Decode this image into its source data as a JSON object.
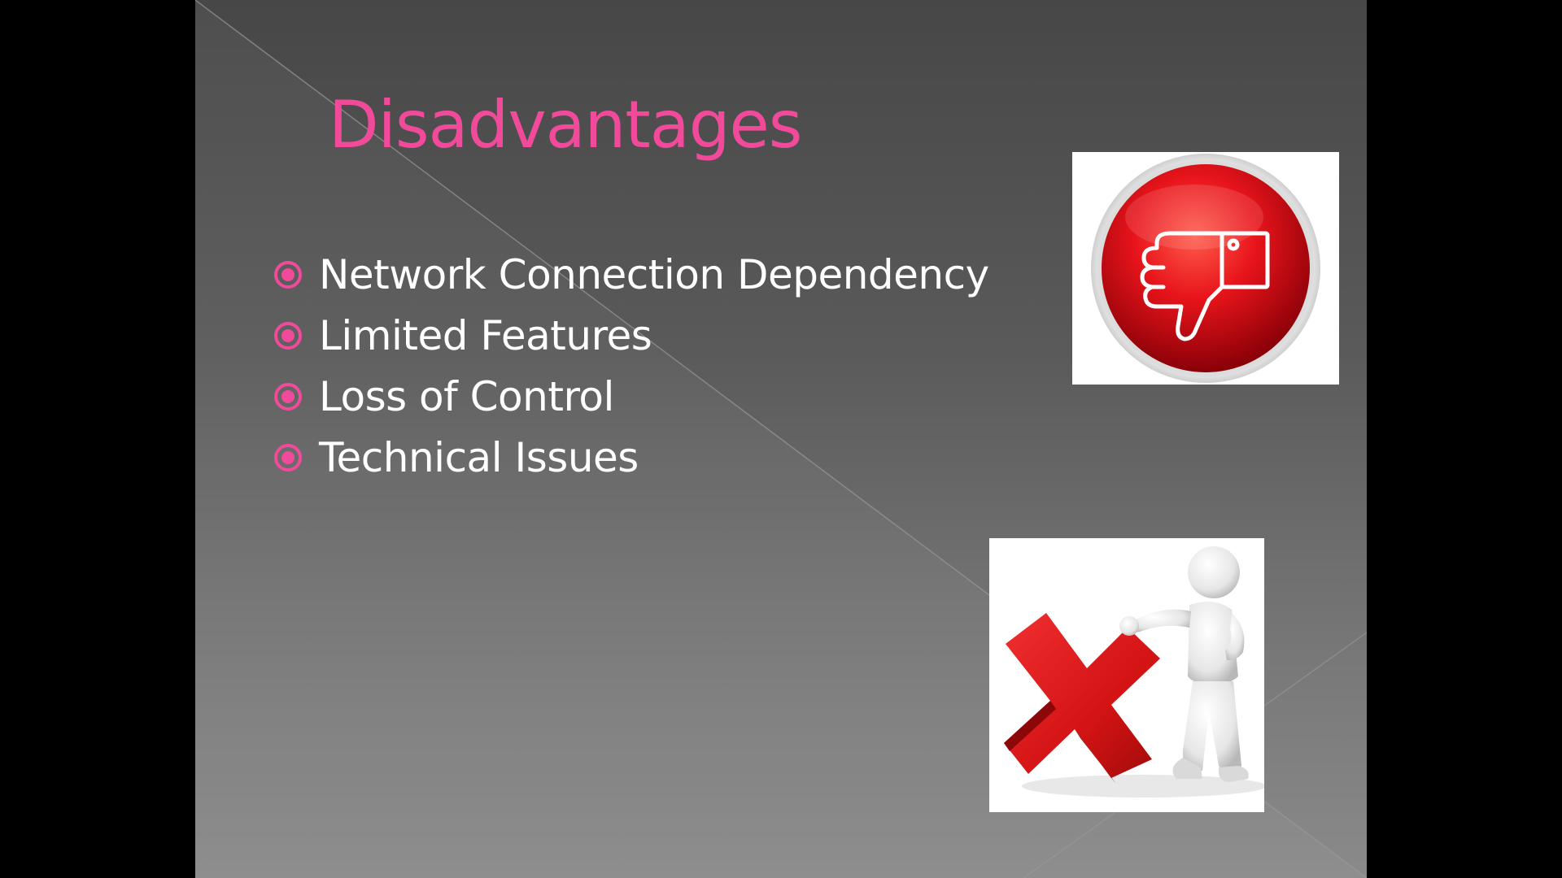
{
  "slide": {
    "title": "Disadvantages",
    "bullets": [
      {
        "text": "Network Connection Dependency"
      },
      {
        "text": "Limited Features"
      },
      {
        "text": "Loss of Control"
      },
      {
        "text": "Technical Issues"
      }
    ],
    "images": {
      "thumbs_down": {
        "icon": "thumbs-down-icon",
        "color": "#e8141b"
      },
      "figure_x": {
        "icon": "x-mark-icon",
        "color": "#dd1a1a"
      }
    }
  },
  "colors": {
    "title": "#f24a9a",
    "bullet_marker": "#f24a9a",
    "bullet_text": "#ffffff",
    "letterbox": "#000000"
  }
}
